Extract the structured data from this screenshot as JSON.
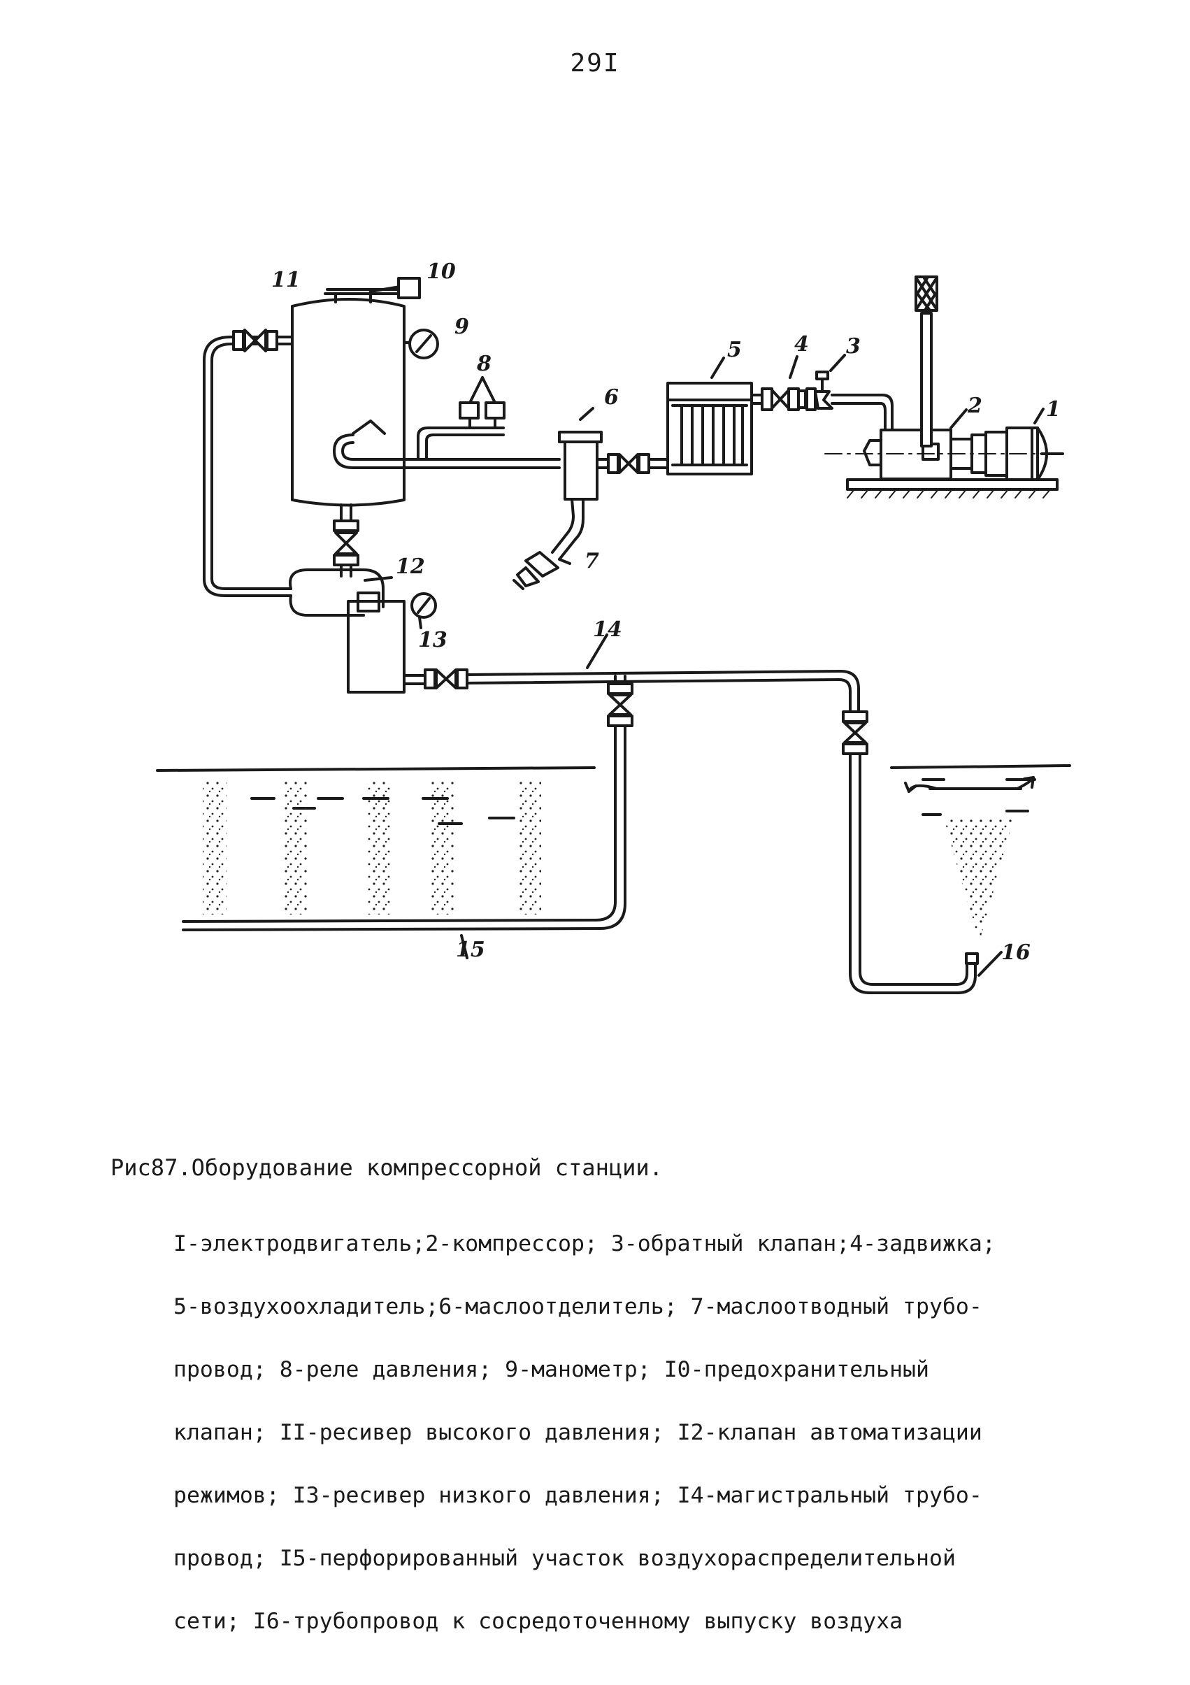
{
  "page_number": "29I",
  "figure": {
    "labels": {
      "l1": "1",
      "l2": "2",
      "l3": "3",
      "l4": "4",
      "l5": "5",
      "l6": "6",
      "l7": "7",
      "l8": "8",
      "l9": "9",
      "l10": "10",
      "l11": "11",
      "l12": "12",
      "l13": "13",
      "l14": "14",
      "l15": "15",
      "l16": "16"
    }
  },
  "caption": {
    "title": "Рис87.Оборудование компрессорной станции.",
    "body_lines": [
      "I-электродвигатель;2-компрессор; 3-обратный клапан;4-задвижка;",
      "5-воздухоохладитель;6-маслоотделитель; 7-маслоотводный трубо-",
      "провод; 8-реле давления; 9-манометр; I0-предохранительный",
      "клапан; II-ресивер высокого давления; I2-клапан автоматизации",
      "режимов; I3-ресивер низкого давления; I4-магистральный трубо-",
      "провод; I5-перфорированный участок воздухораспределительной",
      "сети; I6-трубопровод к сосредоточенному выпуску воздуха"
    ]
  }
}
